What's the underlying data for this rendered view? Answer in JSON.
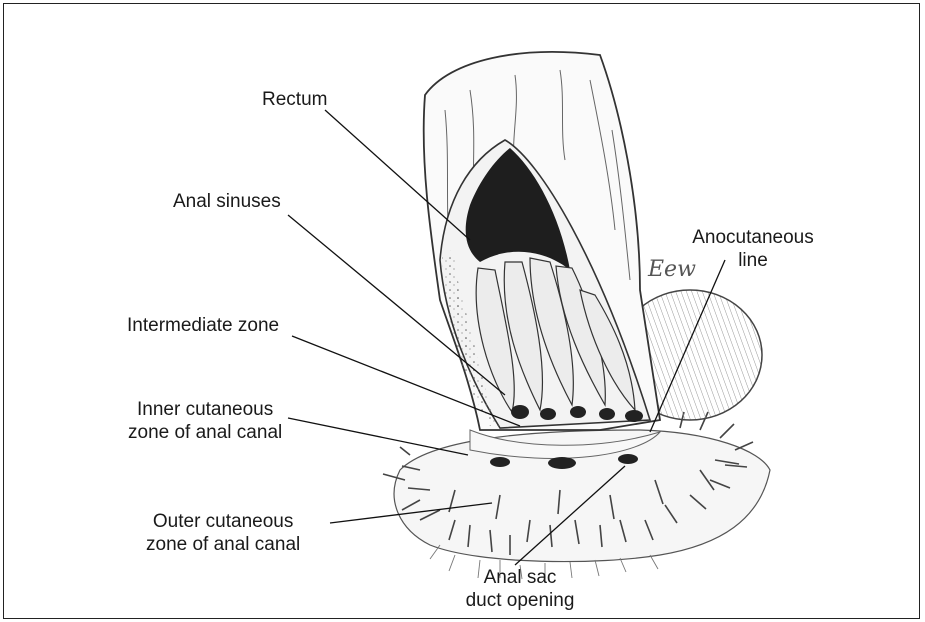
{
  "labels": {
    "rectum": "Rectum",
    "anal_sinuses": "Anal sinuses",
    "intermediate_zone": "Intermediate zone",
    "inner_cutaneous_1": "Inner cutaneous",
    "inner_cutaneous_2": "zone of anal canal",
    "outer_cutaneous_1": "Outer cutaneous",
    "outer_cutaneous_2": "zone of anal canal",
    "anal_sac_1": "Anal sac",
    "anal_sac_2": "duct opening",
    "anocutaneous_1": "Anocutaneous",
    "anocutaneous_2": "line"
  },
  "signature": "Eew"
}
